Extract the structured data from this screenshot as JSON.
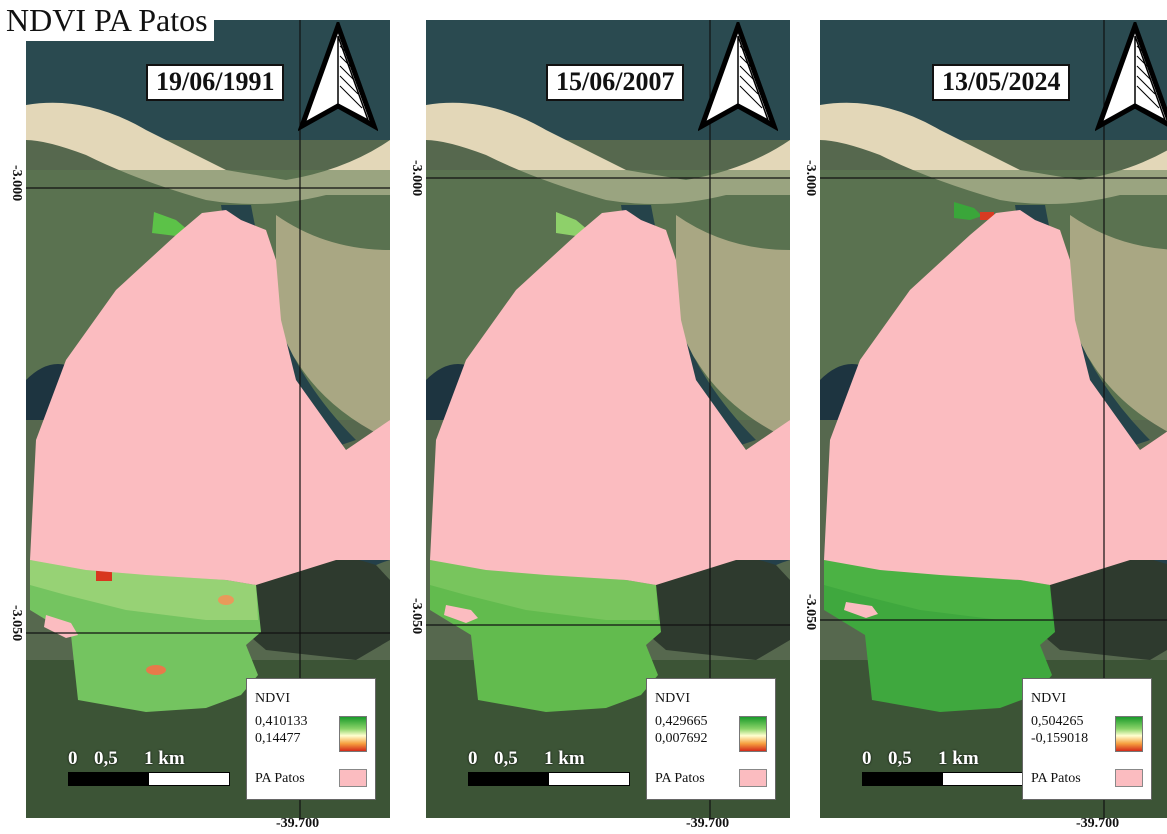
{
  "title": "NDVI PA Patos",
  "panels": [
    {
      "date": "19/06/1991",
      "ndvi_max": "0,410133",
      "ndvi_min": "0,14477"
    },
    {
      "date": "15/06/2007",
      "ndvi_max": "0,429665",
      "ndvi_min": "0,007692"
    },
    {
      "date": "13/05/2024",
      "ndvi_max": "0,504265",
      "ndvi_min": "-0,159018"
    }
  ],
  "legend": {
    "title": "NDVI",
    "polygon_label": "PA Patos"
  },
  "scale": {
    "zero": "0",
    "half": "0,5",
    "one": "1 km"
  },
  "grid": {
    "lat_top": "-3.000",
    "lat_bottom": "-3.050",
    "lon": "-39.700"
  },
  "colors": {
    "pa_polygon": "#fbbcc0",
    "ndvi_high": "#1a9a2a",
    "ndvi_low": "#d42a1a",
    "sea": "#2a4a50"
  },
  "icons": [
    "north-arrow-icon"
  ]
}
